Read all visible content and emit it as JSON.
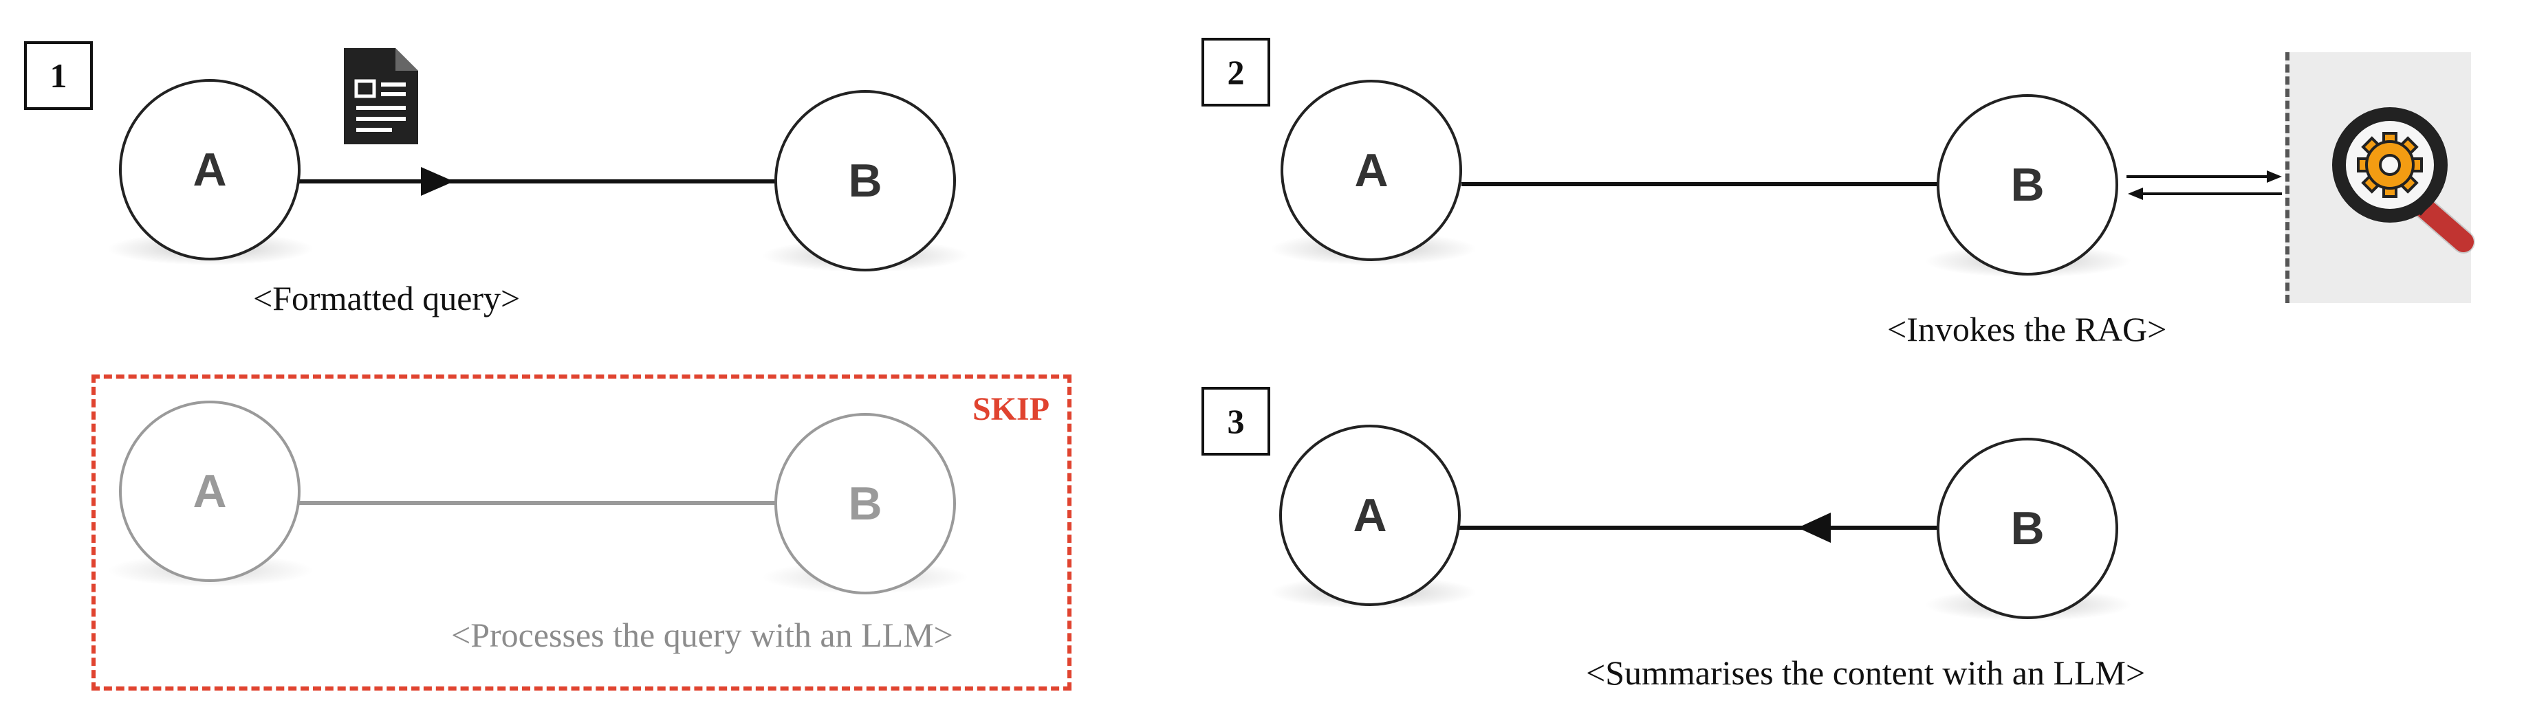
{
  "steps": {
    "one": {
      "number": "1",
      "node_a": "A",
      "node_b": "B",
      "caption": "<Formatted query>",
      "doc_icon": "document-icon"
    },
    "skip_block": {
      "label": "SKIP",
      "node_a": "A",
      "node_b": "B",
      "caption": "<Processes the query with an LLM>"
    },
    "two": {
      "number": "2",
      "node_a": "A",
      "node_b": "B",
      "caption": "<Invokes the RAG>",
      "rag_icon": "magnifier-gear-icon"
    },
    "three": {
      "number": "3",
      "node_a": "A",
      "node_b": "B",
      "caption": "<Summarises the content with an LLM>"
    }
  },
  "colors": {
    "ink": "#111111",
    "muted": "#8c8c8c",
    "skip_red": "#e0432f",
    "rag_panel": "#ececec",
    "gear_orange": "#f39c12",
    "handle_red": "#e53935"
  }
}
